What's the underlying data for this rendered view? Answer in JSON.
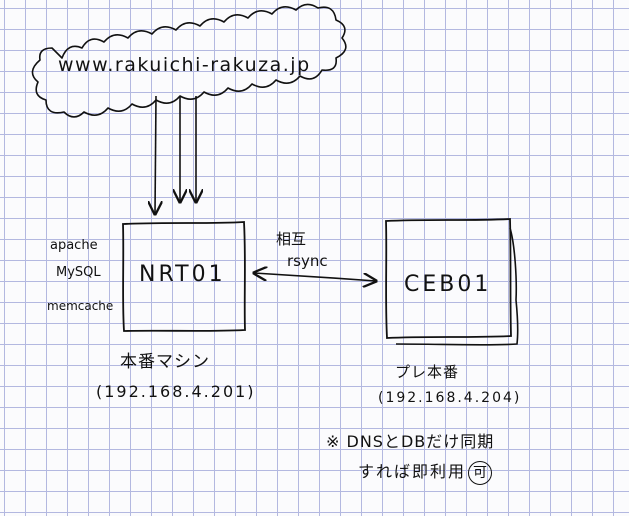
{
  "domain_label": "www.rakuichi-rakuza.jp",
  "primary": {
    "name": "NRT01",
    "software": [
      "apache",
      "MySQL",
      "memcache"
    ],
    "role": "本番マシン",
    "ip": "(192.168.4.201)"
  },
  "standby": {
    "name": "CEB01",
    "role": "プレ本番",
    "ip": "(192.168.4.204)"
  },
  "sync": {
    "line1": "相互",
    "line2": "rsync"
  },
  "note": {
    "line1": "※ DNSとDBだけ同期",
    "line2": "すれば即利用",
    "circled": "可"
  },
  "colors": {
    "ink": "#111111",
    "grid": "#b3b8e0",
    "paper": "#fbfbfd"
  }
}
